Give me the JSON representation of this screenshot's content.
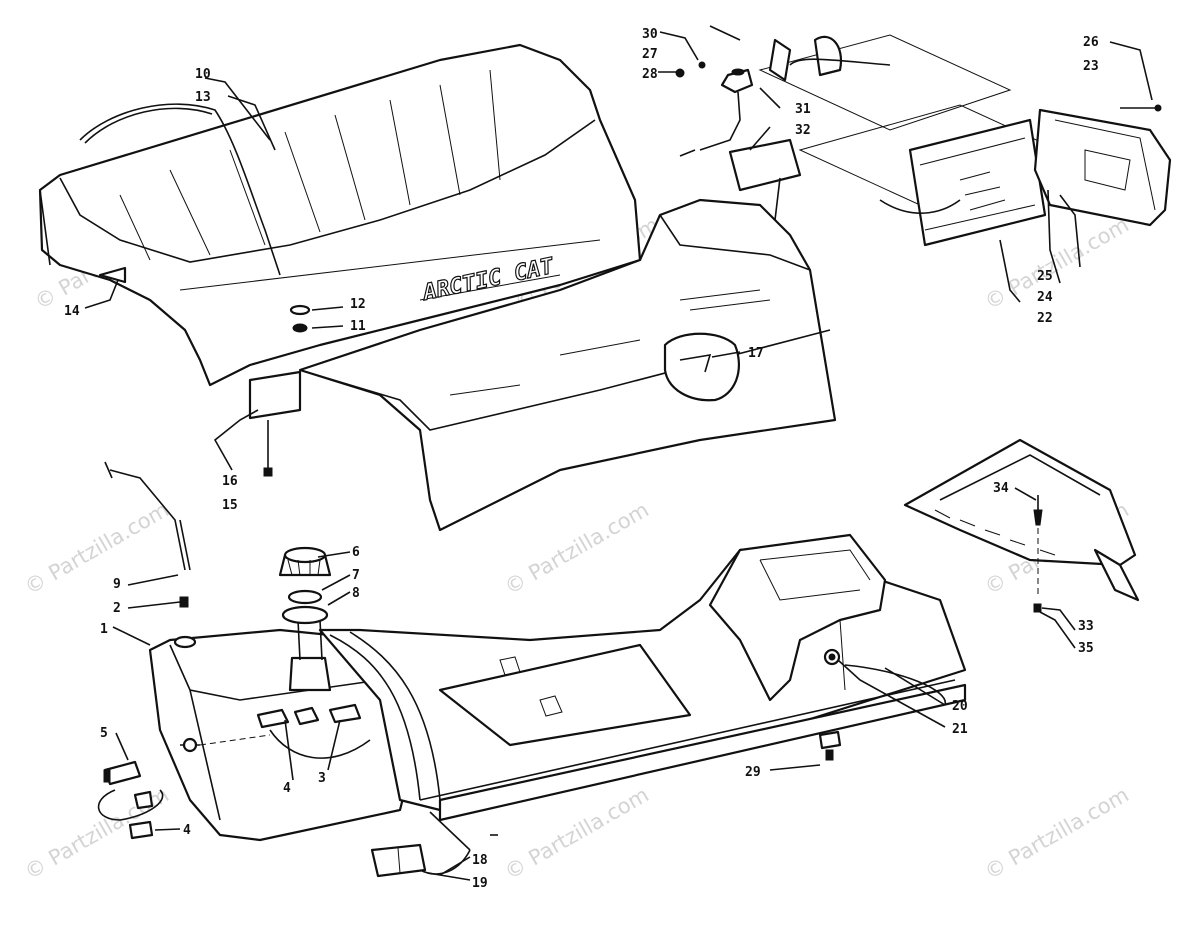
{
  "watermark": "© Partzilla.com",
  "brand_text": "ARCTIC CAT",
  "callouts": {
    "c1": "1",
    "c2": "2",
    "c3": "3",
    "c4a": "4",
    "c4b": "4",
    "c5": "5",
    "c6": "6",
    "c7": "7",
    "c8": "8",
    "c9": "9",
    "c10": "10",
    "c11": "11",
    "c12": "12",
    "c13": "13",
    "c14": "14",
    "c15": "15",
    "c16": "16",
    "c17": "17",
    "c18": "18",
    "c19": "19",
    "c20": "20",
    "c21": "21",
    "c22": "22",
    "c23": "23",
    "c24": "24",
    "c25": "25",
    "c26": "26",
    "c27": "27",
    "c28": "28",
    "c29": "29",
    "c30": "30",
    "c31": "31",
    "c32": "32",
    "c33": "33",
    "c34": "34",
    "c35": "35"
  }
}
